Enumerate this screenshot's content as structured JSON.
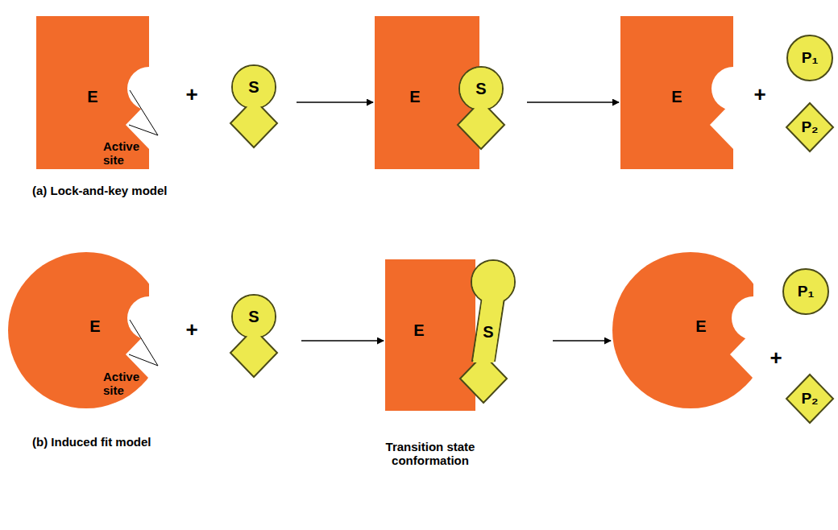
{
  "diagram": {
    "nodes": [
      {
        "text": [
          "E"
        ]
      },
      {
        "text": [
          "S"
        ]
      },
      {
        "text": [
          "E"
        ]
      },
      {
        "text": [
          "S"
        ]
      },
      {
        "text": [
          "E"
        ]
      },
      {
        "text": [
          "P₁"
        ]
      },
      {
        "text": [
          "P₂"
        ]
      },
      {
        "text": [
          "E"
        ]
      },
      {
        "text": [
          "S"
        ]
      },
      {
        "text": [
          "E"
        ]
      },
      {
        "text": [
          "S"
        ]
      },
      {
        "text": [
          "E"
        ]
      },
      {
        "text": [
          "P₁"
        ]
      },
      {
        "text": [
          "P₂"
        ]
      }
    ],
    "edges": [
      {
        "from": 1,
        "to": 2,
        "arrow": "to"
      },
      {
        "from": 3,
        "to": 4,
        "arrow": "to"
      },
      {
        "from": 8,
        "to": 9,
        "arrow": "to"
      },
      {
        "from": 10,
        "to": 11,
        "arrow": "to"
      }
    ],
    "labels": [
      "+",
      "Active site",
      "+",
      "(a) Lock-and-key model",
      "+",
      "Active site",
      "Transition state conformation",
      "+",
      "(b) Induced fit model"
    ]
  }
}
